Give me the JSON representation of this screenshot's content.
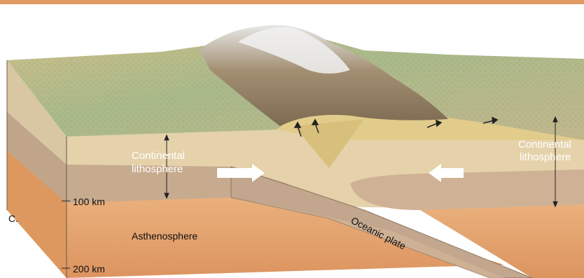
{
  "figure": {
    "panel_letter": "C.",
    "labels": {
      "continental_left_line1": "Continental",
      "continental_left_line2": "lithosphere",
      "continental_right_line1": "Continental",
      "continental_right_line2": "lithosphere",
      "depth_100": "100 km",
      "depth_200": "200 km",
      "asthenosphere": "Asthenosphere",
      "oceanic_plate": "Oceanic plate"
    },
    "colors": {
      "surface_green": "#a9b98a",
      "surface_tan": "#c9b98a",
      "crust": "#e3cfa6",
      "lithosphere": "#c7ab8f",
      "asthenosphere": "#e4a06a",
      "mountain": "#9c8a6e",
      "snow": "#eeeeee",
      "fold_zone": "#e4cf8c"
    }
  }
}
